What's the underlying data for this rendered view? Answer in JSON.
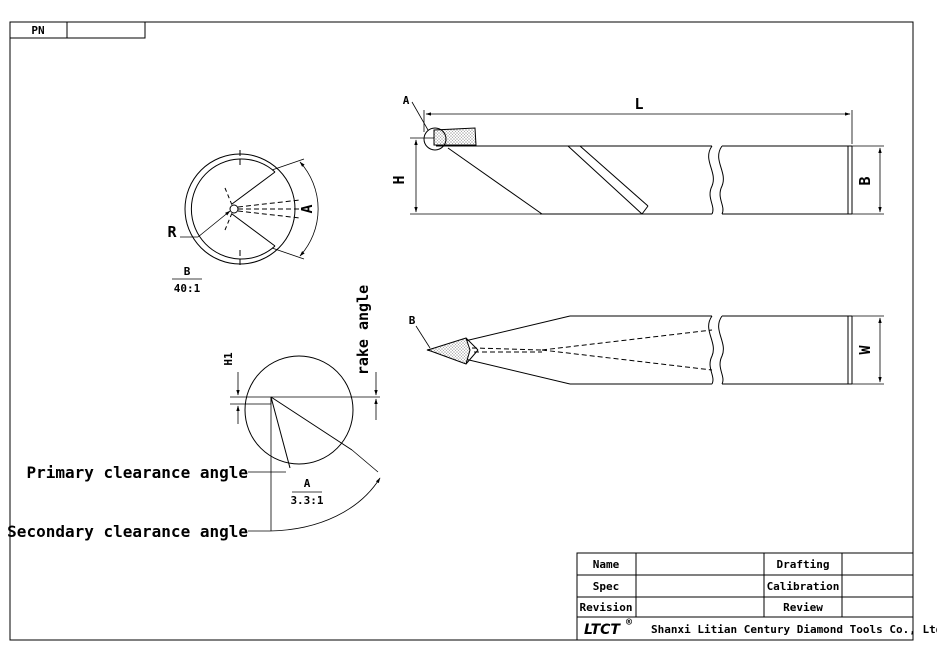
{
  "header": {
    "pn_label": "PN",
    "pn_value": ""
  },
  "side_view": {
    "length_label": "L",
    "height_label": "H",
    "detail_label": "A",
    "shank_label": "B"
  },
  "top_view": {
    "width_label": "W",
    "detail_label": "B"
  },
  "detail_b": {
    "angle_label": "A",
    "radius_label": "R",
    "scale_name": "B",
    "scale": "40:1"
  },
  "detail_a": {
    "h1_label": "H1",
    "rake_label": "rake angle",
    "primary_label": "Primary clearance angle",
    "secondary_label": "Secondary clearance angle",
    "scale_name": "A",
    "scale": "3.3:1"
  },
  "title_block": {
    "name_label": "Name",
    "spec_label": "Spec",
    "revision_label": "Revision",
    "name_value": "",
    "spec_value": "",
    "revision_value": "",
    "drafting_label": "Drafting",
    "calibration_label": "Calibration",
    "review_label": "Review",
    "drafting_value": "",
    "calibration_value": "",
    "review_value": "",
    "logo": "LTCT",
    "logo_mark": "®",
    "company": "Shanxi Litian Century Diamond Tools Co., Ltd"
  }
}
